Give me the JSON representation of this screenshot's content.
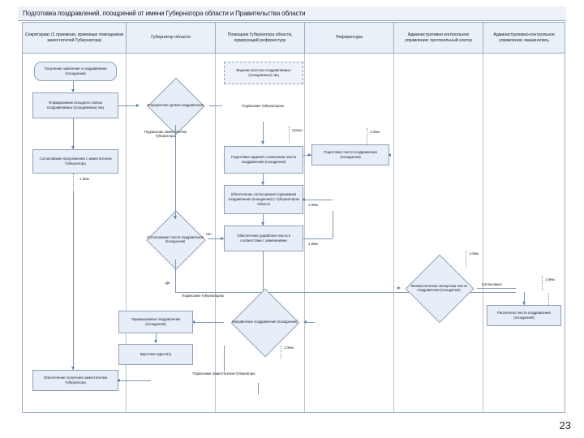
{
  "slide": {
    "title": "Подготовка поздравлений, поощрений от имени Губернатора области и Правительства области",
    "number": "23"
  },
  "lanes": [
    {
      "id": "secretariat",
      "label": "Секретариат (1 приемная, приемные помощников заместителей Губернатора)"
    },
    {
      "id": "governor",
      "label": "Губернатор области"
    },
    {
      "id": "assistant",
      "label": "Помощник Губернатора области, курирующий референтуру"
    },
    {
      "id": "referentura",
      "label": "Референтура"
    },
    {
      "id": "protocol",
      "label": "Административно-контрольное управление; протокольный сектор"
    },
    {
      "id": "typing",
      "label": "Административно-контрольное управление; машинопись"
    }
  ],
  "nodes": {
    "start": "Получение заявления о поздравлении (поощрении)",
    "form_list": "Формирование исходного списка поздравляемых (поощряемых) лиц",
    "agree_deputy": "Согласование предложения с заместителем Губернатора",
    "level_decision": "Определение уровня поздравления",
    "registry": "Ведение реестра поздравляемых (поощряемых) лиц",
    "prepare_task": "Подготовка задания о написании текста поздравления (поощрения)",
    "prepare_text": "Подготовка текста поздравления (поощрения)",
    "agree_content": "Обеспечение согласования содержания поздравления (поощрения) с Губернатором области",
    "rework_text": "Обеспечение доработки текста в соответствии с замечаниями",
    "agree_text": "Согласование текста поздравления (поощрения)",
    "ling_expertise": "Лингвистическая экспертиза текста поздравления (поощрения)",
    "print_text": "Распечатка текста поздравления (поощрения)",
    "send_decision": "Направление поздравления (поощрения)",
    "replicate": "Тиражирование поздравления (поощрения)",
    "deliver": "Вручение адресату",
    "deputy_receive": "Обеспечение получения заместителем Губернатора"
  },
  "edge_labels": {
    "sign_deputy_top": "Подписание Заместителем Губернатора",
    "sign_governor_top": "Подписание Губернатором",
    "sutki_1": "Сутки",
    "1den_a": "1 день",
    "1den_b": "1 день",
    "1den_c": "1 день",
    "1den_d": "1 день",
    "1den_e": "1 день",
    "1den_f": "1 день",
    "1den_g": "1 день",
    "no": "Нет",
    "yes": "Да",
    "agreed": "Согласовано",
    "sign_governor_mid": "Подписание Губернатором",
    "sign_deputy_bottom": "Подписание Заместителем Губернатора"
  },
  "colors": {
    "shape_fill": "#e8eef7",
    "shape_stroke": "#8fa0b8",
    "lane_header_fill": "#eaf0f7",
    "connector": "#7f94b0",
    "arrow": "#5b7fae",
    "title_fill": "#eef2f8"
  }
}
